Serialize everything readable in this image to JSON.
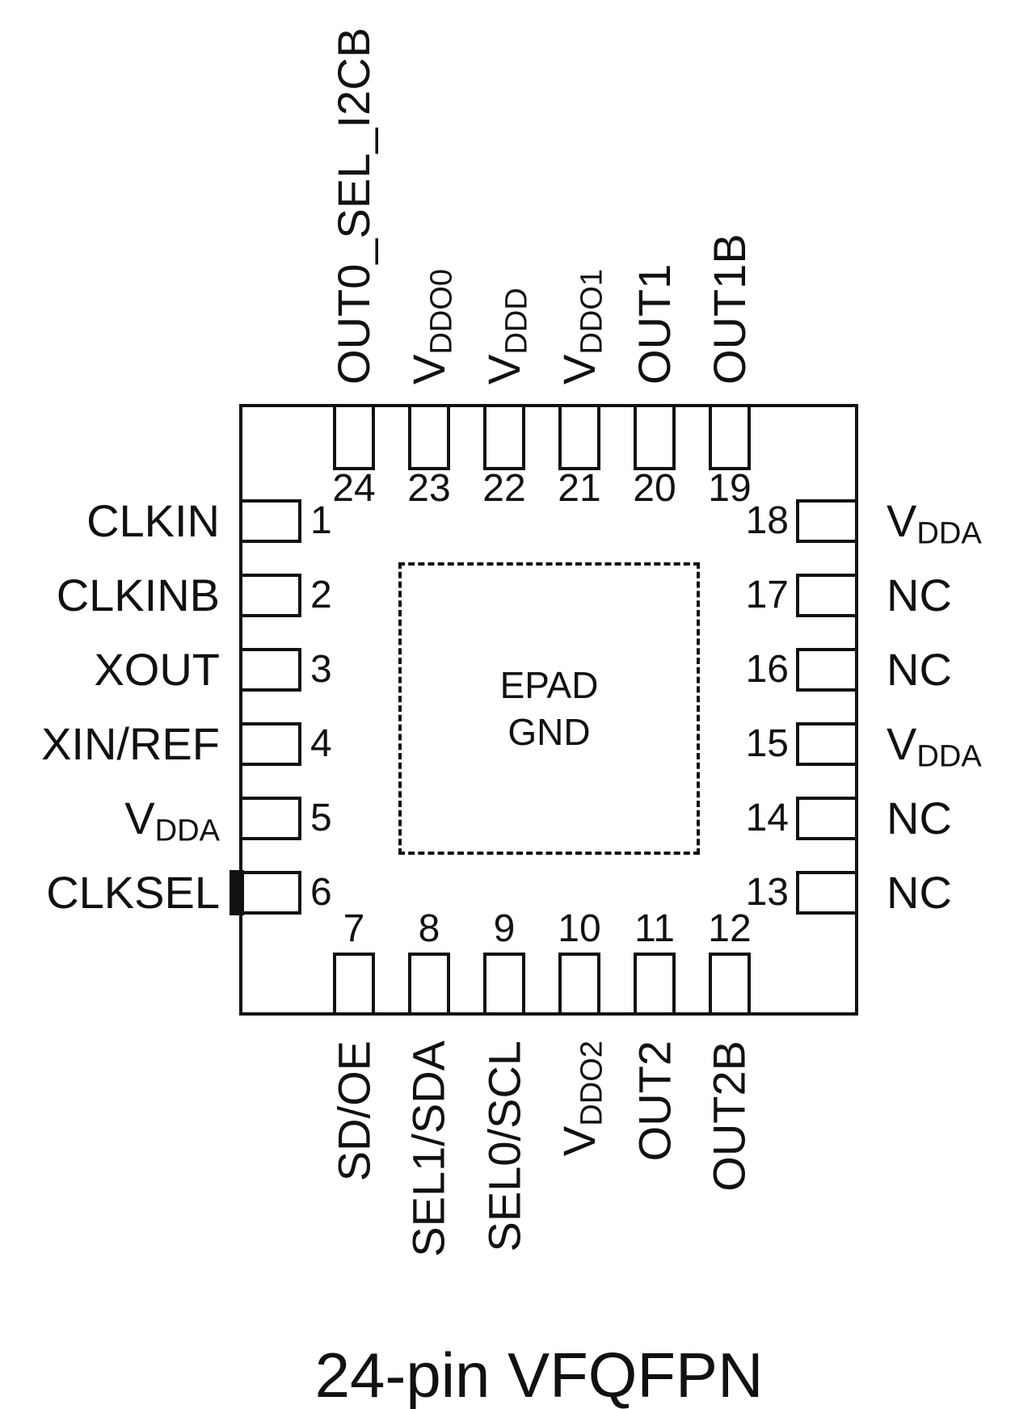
{
  "package": {
    "caption": "24-pin VFQFPN",
    "epad": {
      "line1": "EPAD",
      "line2": "GND"
    }
  },
  "pins": {
    "top": [
      {
        "number": "24",
        "label": "OUT0_SEL_I2CB",
        "sub": ""
      },
      {
        "number": "23",
        "label": "V",
        "sub": "DDO0"
      },
      {
        "number": "22",
        "label": "V",
        "sub": "DDD"
      },
      {
        "number": "21",
        "label": "V",
        "sub": "DDO1"
      },
      {
        "number": "20",
        "label": "OUT1",
        "sub": ""
      },
      {
        "number": "19",
        "label": "OUT1B",
        "sub": ""
      }
    ],
    "bottom": [
      {
        "number": "7",
        "label": "SD/OE",
        "sub": ""
      },
      {
        "number": "8",
        "label": "SEL1/SDA",
        "sub": ""
      },
      {
        "number": "9",
        "label": "SEL0/SCL",
        "sub": ""
      },
      {
        "number": "10",
        "label": "V",
        "sub": "DDO2"
      },
      {
        "number": "11",
        "label": "OUT2",
        "sub": ""
      },
      {
        "number": "12",
        "label": "OUT2B",
        "sub": ""
      }
    ],
    "left": [
      {
        "number": "1",
        "label": "CLKIN",
        "sub": ""
      },
      {
        "number": "2",
        "label": "CLKINB",
        "sub": ""
      },
      {
        "number": "3",
        "label": "XOUT",
        "sub": ""
      },
      {
        "number": "4",
        "label": "XIN/REF",
        "sub": ""
      },
      {
        "number": "5",
        "label": "V",
        "sub": "DDA"
      },
      {
        "number": "6",
        "label": "CLKSEL",
        "sub": "",
        "marker": true
      }
    ],
    "right": [
      {
        "number": "18",
        "label": "V",
        "sub": "DDA"
      },
      {
        "number": "17",
        "label": "NC",
        "sub": ""
      },
      {
        "number": "16",
        "label": "NC",
        "sub": ""
      },
      {
        "number": "15",
        "label": "V",
        "sub": "DDA"
      },
      {
        "number": "14",
        "label": "NC",
        "sub": ""
      },
      {
        "number": "13",
        "label": "NC",
        "sub": ""
      }
    ]
  },
  "colors": {
    "ink": "#111111",
    "background": "#ffffff"
  }
}
